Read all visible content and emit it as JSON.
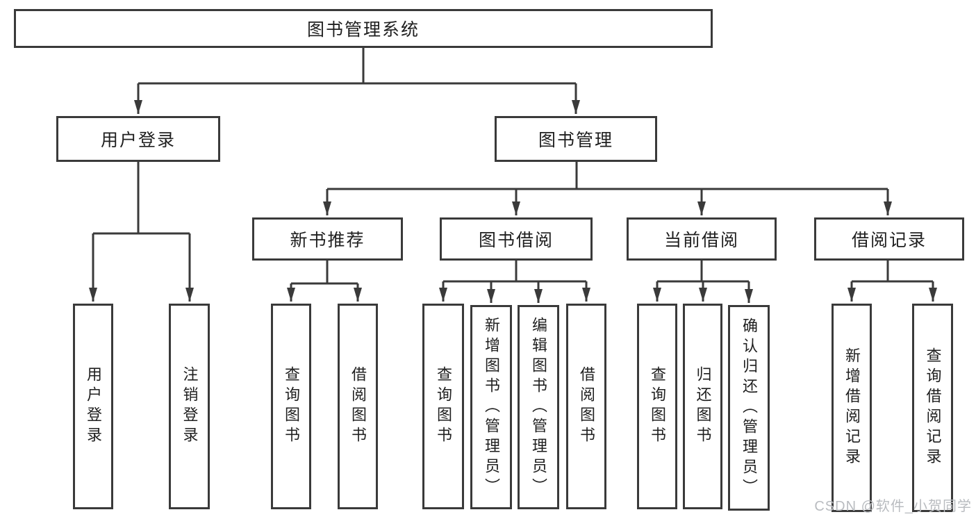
{
  "tree": {
    "label": "图书管理系统",
    "children": [
      {
        "label": "用户登录",
        "children": [
          {
            "label": "用户登录"
          },
          {
            "label": "注销登录"
          }
        ]
      },
      {
        "label": "图书管理",
        "children": [
          {
            "label": "新书推荐",
            "children": [
              {
                "label": "查询图书"
              },
              {
                "label": "借阅图书"
              }
            ]
          },
          {
            "label": "图书借阅",
            "children": [
              {
                "label": "查询图书"
              },
              {
                "label": "新增图书（管理员）"
              },
              {
                "label": "编辑图书（管理员）"
              },
              {
                "label": "借阅图书"
              }
            ]
          },
          {
            "label": "当前借阅",
            "children": [
              {
                "label": "查询图书"
              },
              {
                "label": "归还图书"
              },
              {
                "label": "确认归还（管理员）"
              }
            ]
          },
          {
            "label": "借阅记录",
            "children": [
              {
                "label": "新增借阅记录"
              },
              {
                "label": "查询借阅记录"
              }
            ]
          }
        ]
      }
    ]
  },
  "watermark": {
    "text": "CSDN @软件_小贺同学"
  },
  "colors": {
    "line": "#3a3a3a",
    "text": "#1f1f1f",
    "background": "#ffffff",
    "watermark": "#b9bcc0"
  }
}
